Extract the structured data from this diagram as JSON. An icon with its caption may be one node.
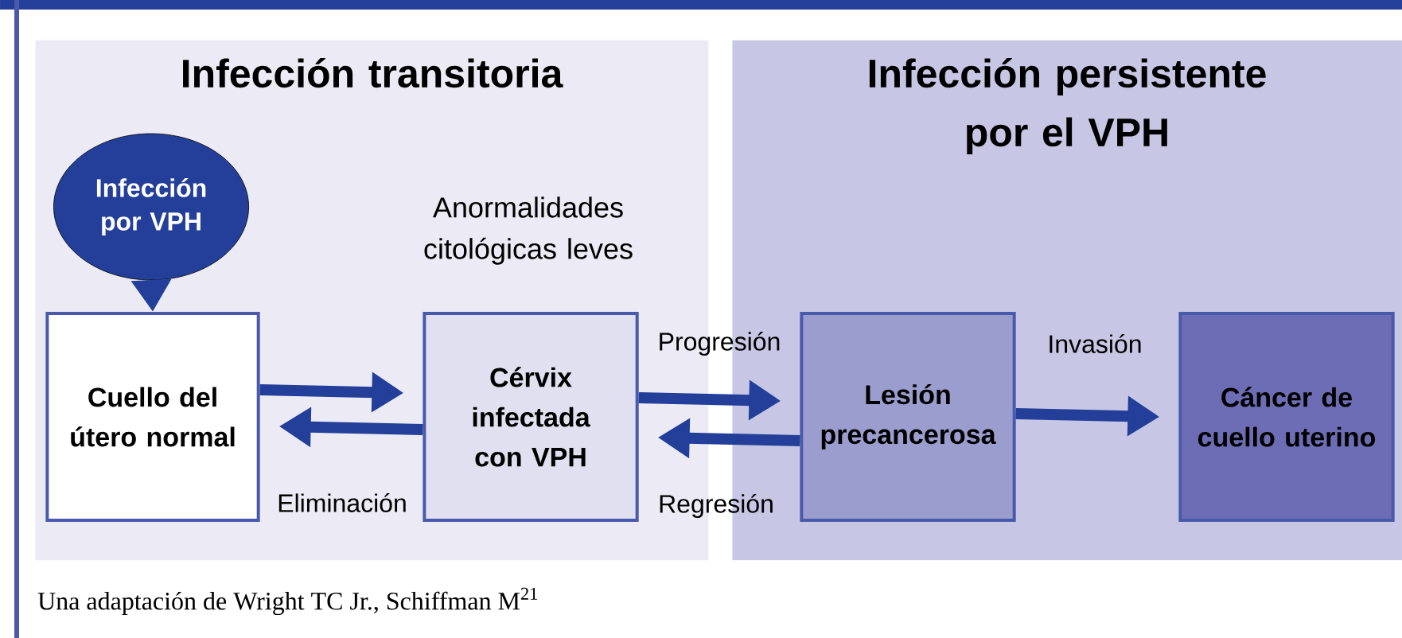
{
  "diagram": {
    "nodes": [
      {
        "text": [
          "Infección transitoria"
        ]
      },
      {
        "text": [
          "Infección persistente por el VPH"
        ]
      },
      {
        "text": [
          "Infección por VPH"
        ],
        "in": 0
      },
      {
        "text": [
          "Cuello del útero normal"
        ],
        "in": 0
      },
      {
        "text": [
          "Cérvix infectada con VPH"
        ],
        "in": 0,
        "beside": [
          "Anormalidades citológicas leves"
        ]
      },
      {
        "text": [
          "Lesión precancerosa"
        ],
        "in": 1
      },
      {
        "text": [
          "Cáncer de cuello uterino"
        ],
        "in": 1
      }
    ],
    "edges": [
      {
        "from": 2,
        "to": 3,
        "arrow": "to"
      },
      {
        "from": 3,
        "to": 4,
        "arrow": "to"
      },
      {
        "from": 4,
        "to": 3,
        "arrow": "to",
        "label": "Eliminación"
      },
      {
        "from": 4,
        "to": 5,
        "arrow": "to",
        "label": "Progresión"
      },
      {
        "from": 5,
        "to": 4,
        "arrow": "to",
        "label": "Regresión"
      },
      {
        "from": 5,
        "to": 6,
        "arrow": "to",
        "label": "Invasión"
      }
    ],
    "caption": "Una adaptación de Wright TC Jr., Schiffman M$^{21}$"
  }
}
